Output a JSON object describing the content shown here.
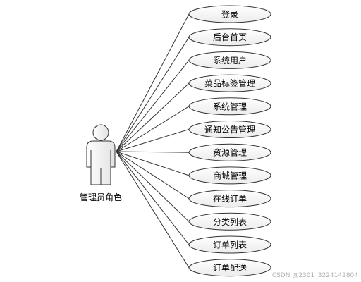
{
  "actor": {
    "label": "管理员角色"
  },
  "use_cases": [
    {
      "label": "登录"
    },
    {
      "label": "后台首页"
    },
    {
      "label": "系统用户"
    },
    {
      "label": "菜品标签管理"
    },
    {
      "label": "系统管理"
    },
    {
      "label": "通知公告管理"
    },
    {
      "label": "资源管理"
    },
    {
      "label": "商城管理"
    },
    {
      "label": "在线订单"
    },
    {
      "label": "分类列表"
    },
    {
      "label": "订单列表"
    },
    {
      "label": "订单配送"
    }
  ],
  "watermark": "CSDN @2301_32241428​04"
}
